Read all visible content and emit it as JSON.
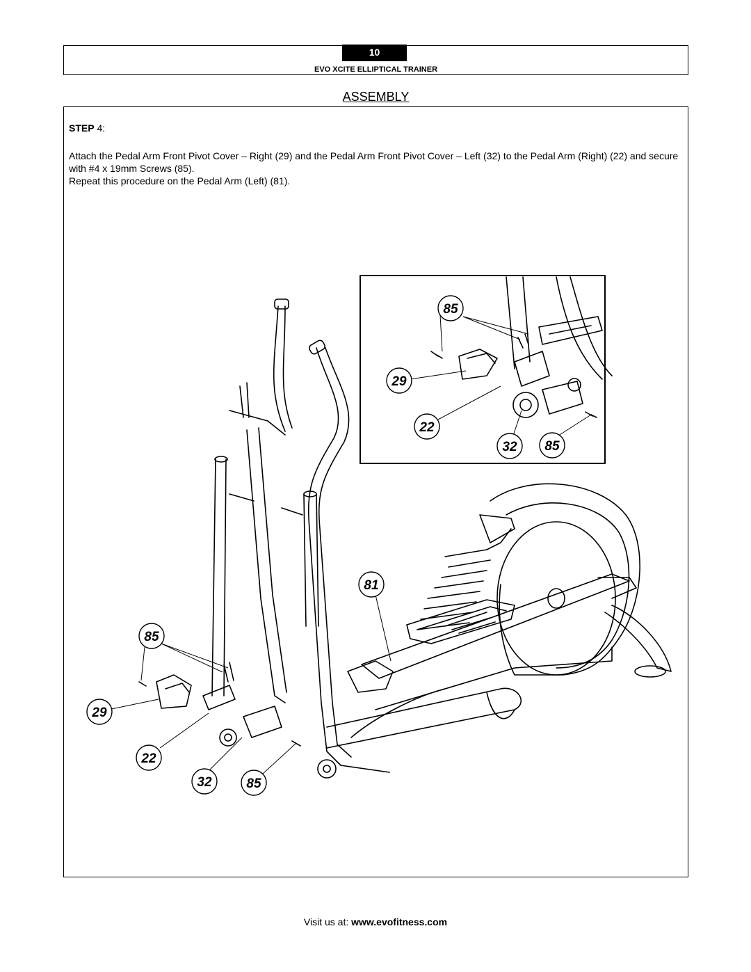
{
  "header": {
    "page_number": "10",
    "title": "EVO XCITE ELLIPTICAL TRAINER"
  },
  "section_title": "ASSEMBLY",
  "step": {
    "label": "STEP",
    "number": "4",
    "suffix": ":"
  },
  "instructions": {
    "line1": "Attach the Pedal Arm Front Pivot Cover – Right (29) and the Pedal Arm Front Pivot Cover – Left (32) to the Pedal Arm (Right) (22) and secure with #4 x 19mm Screws (85).",
    "line2": "Repeat this procedure on the Pedal Arm (Left) (81)."
  },
  "callouts": {
    "inset_85_top": "85",
    "inset_29": "29",
    "inset_22": "22",
    "inset_32": "32",
    "inset_85_bottom": "85",
    "main_81": "81",
    "main_85_top": "85",
    "main_29": "29",
    "main_22": "22",
    "main_32": "32",
    "main_85_bottom": "85"
  },
  "footer": {
    "prefix": "Visit us at: ",
    "url": "www.evofitness.com"
  }
}
